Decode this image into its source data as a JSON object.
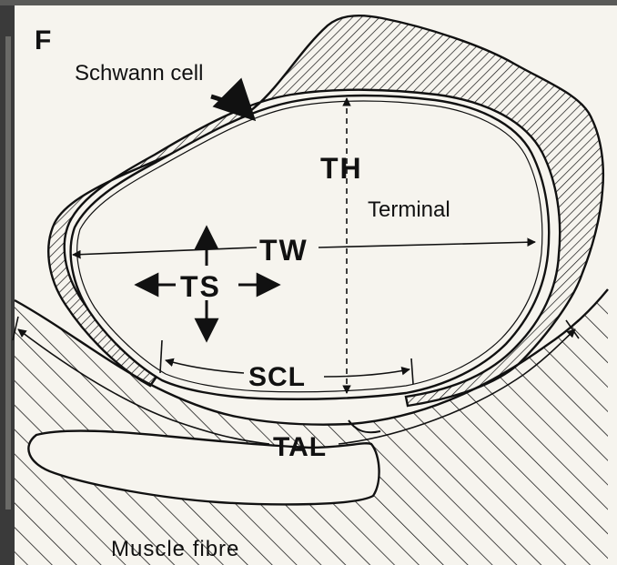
{
  "panel_letter": "F",
  "labels": {
    "schwann_cell": "Schwann cell",
    "terminal": "Terminal",
    "muscle_fibre": "Muscle fibre",
    "th": "TH",
    "tw": "TW",
    "ts": "TS",
    "scl": "SCL",
    "tal": "TAL"
  },
  "colors": {
    "ink": "#111111",
    "paper": "#f6f4ee",
    "left_edge_dark": "#2a2a2a"
  }
}
